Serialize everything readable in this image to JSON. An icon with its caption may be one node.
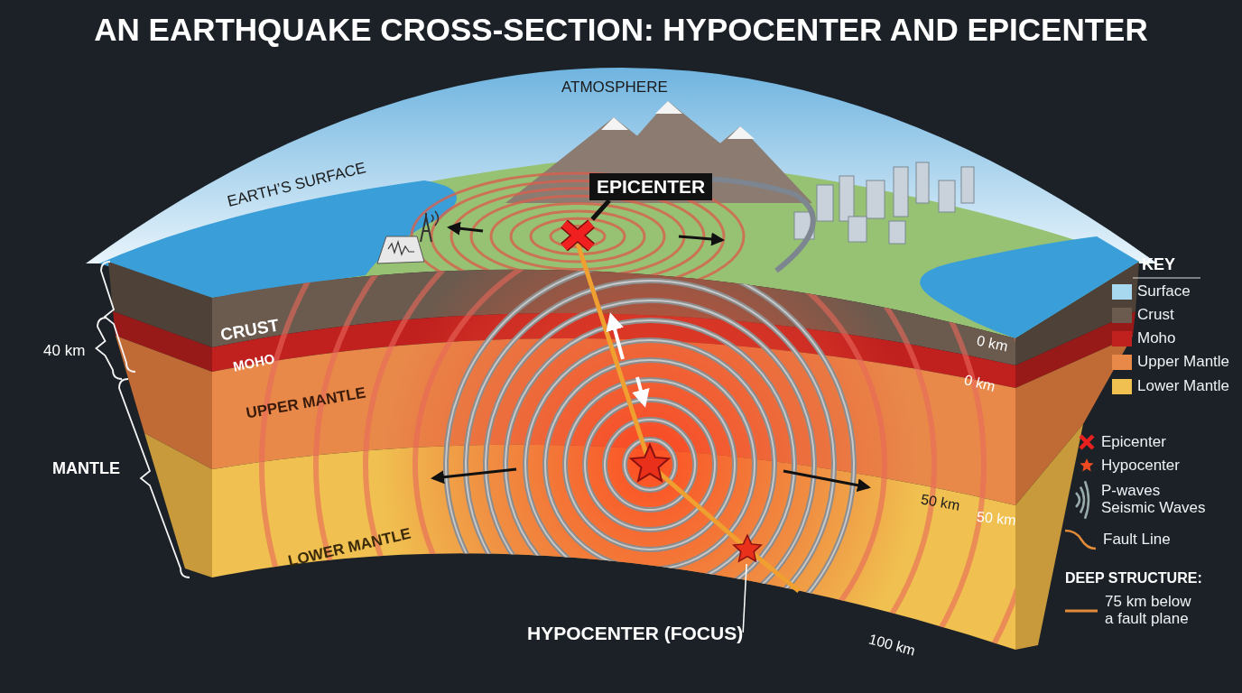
{
  "diagram": {
    "title": "AN EARTHQUAKE CROSS-SECTION: HYPOCENTER AND EPICENTER",
    "nodes": [
      {
        "text": [
          "EPICENTER"
        ]
      },
      {
        "text": [],
        "shape": "cross"
      },
      {
        "text": [
          "HYPOCENTER (FOCUS)"
        ]
      },
      {
        "text": [],
        "shape": "star"
      }
    ],
    "edges": [
      {
        "from": 0,
        "to": 1,
        "arrow": "none",
        "style": "thick",
        "color": "#111111"
      },
      {
        "from": 2,
        "to": 3,
        "arrow": "none",
        "color": "#ffffff"
      }
    ],
    "labels": [
      "ATMOSPHERE",
      "EARTH’S SURFACE",
      "CRUST",
      "0 km",
      "40 km",
      "MOHO",
      "0 km",
      "UPPER MANTLE",
      "MANTLE",
      "50 km",
      "50 km",
      "LOWER MANTLE",
      "100 km",
      "KEY",
      "DEEP STRUCTURE:"
    ],
    "legend": [
      {
        "text": "Surface",
        "color": "#a8d8ef"
      },
      {
        "text": "Crust",
        "color": "#6b5a4e"
      },
      {
        "text": "Moho",
        "color": "#c0201e"
      },
      {
        "text": "Upper Mantle",
        "color": "#e8894a"
      },
      {
        "text": "Lower Mantle",
        "color": "#f0c050"
      },
      {
        "text": "Epicenter"
      },
      {
        "text": "Hypocenter"
      },
      {
        "text": "P-waves Seismic Waves"
      },
      {
        "text": "Fault Line"
      },
      {
        "text": "75 km below a fault plane"
      }
    ]
  }
}
